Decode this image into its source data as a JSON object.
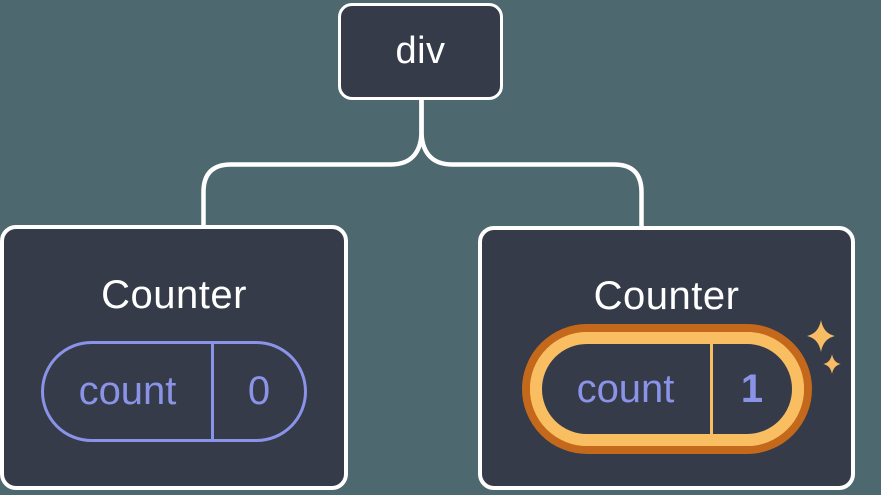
{
  "colors": {
    "background": "#4E6870",
    "node_fill": "#353B48",
    "node_border": "#FFFFFF",
    "connector": "#FFFFFF",
    "state_accent": "#8A93E8",
    "highlight_outer": "#C4691C",
    "highlight_inner": "#F9BD62",
    "sparkle": "#F8BD64"
  },
  "tree": {
    "root": {
      "label": "div"
    },
    "children": [
      {
        "title": "Counter",
        "state_key": "count",
        "state_value": "0",
        "highlighted": false
      },
      {
        "title": "Counter",
        "state_key": "count",
        "state_value": "1",
        "highlighted": true
      }
    ]
  }
}
